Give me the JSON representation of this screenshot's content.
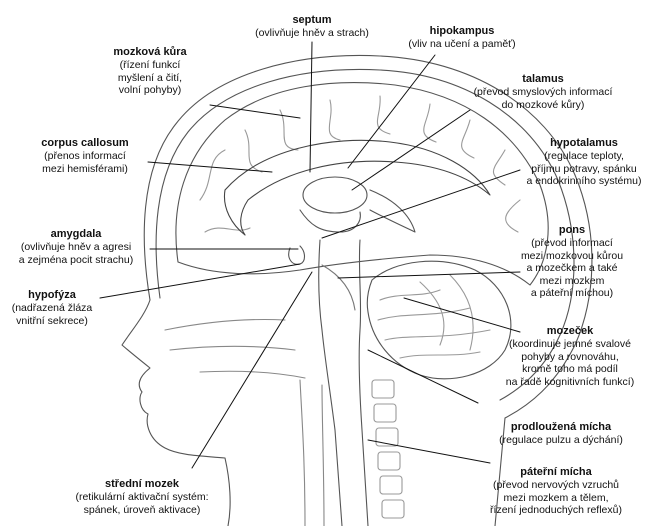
{
  "labels": {
    "septum": {
      "title": "septum",
      "desc": "(ovlivňuje hněv a strach)"
    },
    "hipokampus": {
      "title": "hipokampus",
      "desc": "(vliv na učení a paměť)"
    },
    "mozkova_kura": {
      "title": "mozková kůra",
      "desc": "(řízení funkcí\nmyšlení a čití,\nvolní pohyby)"
    },
    "talamus": {
      "title": "talamus",
      "desc": "(převod smyslových informací\ndo mozkové kůry)"
    },
    "corpus_callosum": {
      "title": "corpus callosum",
      "desc": "(přenos informací\nmezi hemisférami)"
    },
    "hypotalamus": {
      "title": "hypotalamus",
      "desc": "(regulace teploty,\npříjmu potravy, spánku\na endokrinního systému)"
    },
    "amygdala": {
      "title": "amygdala",
      "desc": "(ovlivňuje hněv a agresi\na zejména pocit strachu)"
    },
    "pons": {
      "title": "pons",
      "desc": "(převod informací\nmezi mozkovou kůrou\na mozečkem a také\nmezi mozkem\na páteřní míchou)"
    },
    "hypofyza": {
      "title": "hypofýza",
      "desc": "(nadřazená žláza\nvnitřní sekrece)"
    },
    "mozecek": {
      "title": "mozeček",
      "desc": "(koordinuje jemné svalové\npohyby a rovnováhu,\nkromě toho má podíl\nna řadě kognitivních funkcí)"
    },
    "prodlouzena_micha": {
      "title": "prodloužená mícha",
      "desc": "(regulace pulzu a dýchání)"
    },
    "stredni_mozek": {
      "title": "střední mozek",
      "desc": "(retikulární aktivační systém:\nspánek, úroveň aktivace)"
    },
    "paterni_micha": {
      "title": "páteřní mícha",
      "desc": "(převod nervových vzruchů\nmezi mozkem a tělem,\nřízení jednoduchých reflexů)"
    }
  }
}
